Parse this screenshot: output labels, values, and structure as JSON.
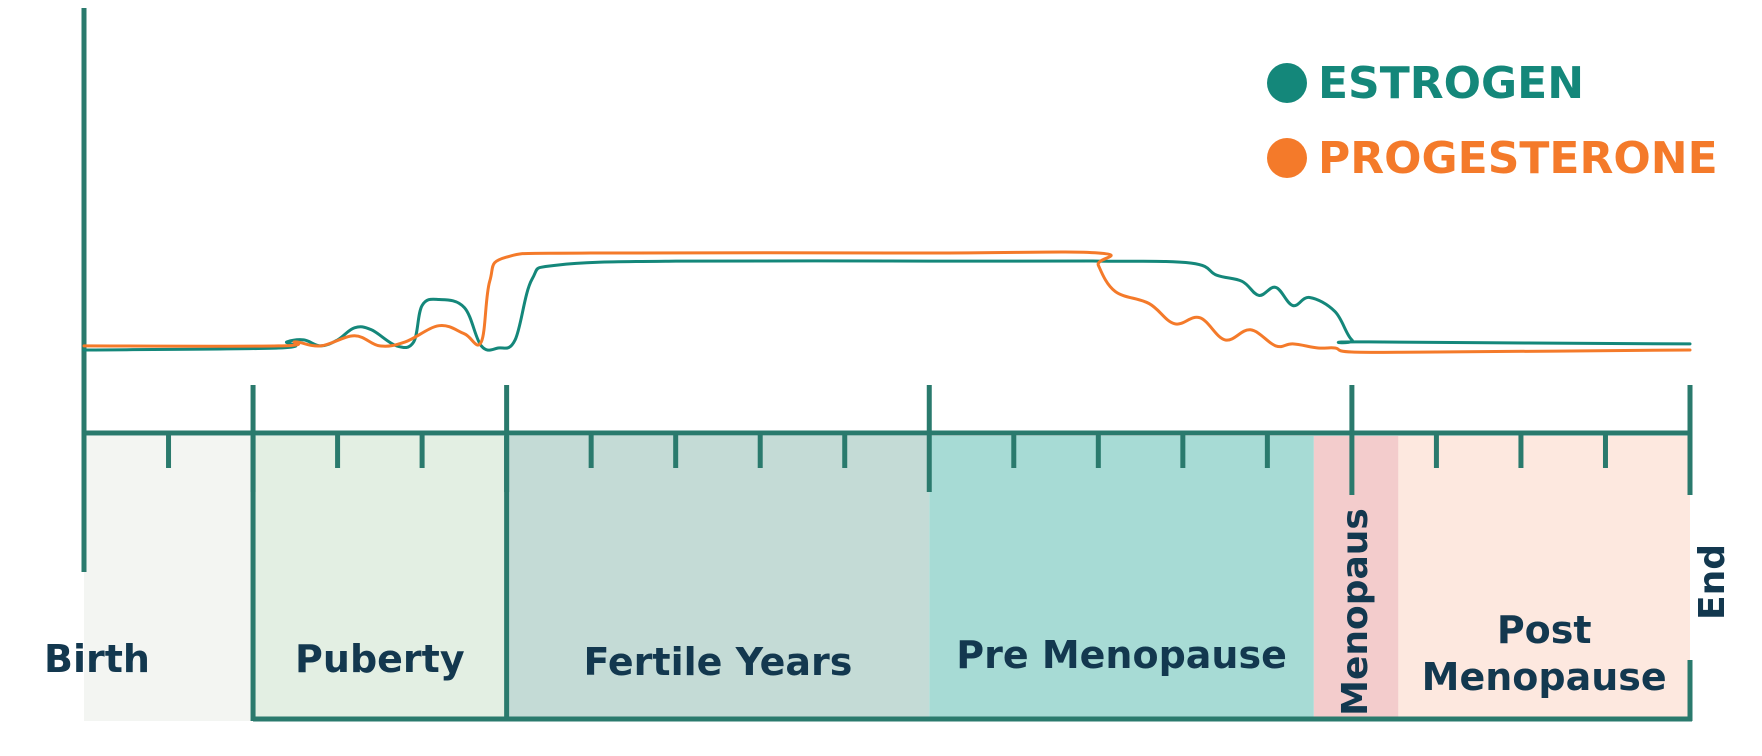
{
  "colors": {
    "estrogen": "#14877a",
    "progesterone": "#f47a2a",
    "axis": "#2a7a6d",
    "label_text": "#13384f",
    "band_birth": "#f3f5f2",
    "band_puberty": "#e3efe3",
    "band_fertile": "#c4dbd6",
    "band_premenopause": "#a7dbd5",
    "band_menopause": "#f3cccc",
    "band_postmenopause": "#fde8df"
  },
  "legend": [
    {
      "label": "ESTROGEN",
      "color": "#14877a"
    },
    {
      "label": "PROGESTERONE",
      "color": "#f47a2a"
    }
  ],
  "stages": [
    {
      "label": "Birth",
      "orientation": "horizontal"
    },
    {
      "label": "Puberty",
      "orientation": "horizontal"
    },
    {
      "label": "Fertile Years",
      "orientation": "horizontal"
    },
    {
      "label": "Pre Menopause",
      "orientation": "horizontal"
    },
    {
      "label": "Menopaus",
      "orientation": "vertical"
    },
    {
      "label": "Post",
      "label2": "Menopause",
      "orientation": "horizontal"
    },
    {
      "label": "End",
      "orientation": "vertical"
    }
  ],
  "chart_data": {
    "type": "line",
    "title": "",
    "xlabel": "",
    "ylabel": "",
    "x_domain": [
      0,
      19
    ],
    "y_domain": [
      0,
      10
    ],
    "grid": false,
    "legend_position": "top-right",
    "stage_boundaries": [
      0,
      2,
      5,
      10,
      15,
      19
    ],
    "minor_ticks": [
      1,
      3,
      4,
      6,
      7,
      8,
      9,
      11,
      12,
      13,
      14,
      16,
      17,
      18
    ],
    "series": [
      {
        "name": "ESTROGEN",
        "color": "#14877a",
        "points": [
          [
            0,
            0.1
          ],
          [
            2.3,
            0.2
          ],
          [
            2.4,
            0.5
          ],
          [
            2.6,
            0.6
          ],
          [
            2.8,
            0.3
          ],
          [
            3.0,
            0.6
          ],
          [
            3.2,
            1.2
          ],
          [
            3.4,
            1.1
          ],
          [
            3.7,
            0.3
          ],
          [
            3.9,
            0.5
          ],
          [
            4.0,
            2.3
          ],
          [
            4.2,
            2.6
          ],
          [
            4.5,
            2.2
          ],
          [
            4.7,
            0.3
          ],
          [
            4.9,
            0.2
          ],
          [
            5.1,
            0.6
          ],
          [
            5.3,
            3.6
          ],
          [
            5.6,
            4.3
          ],
          [
            7,
            4.5
          ],
          [
            10,
            4.5
          ],
          [
            12,
            4.5
          ],
          [
            13.1,
            4.4
          ],
          [
            13.4,
            3.8
          ],
          [
            13.7,
            3.5
          ],
          [
            13.9,
            2.8
          ],
          [
            14.1,
            3.2
          ],
          [
            14.3,
            2.3
          ],
          [
            14.5,
            2.7
          ],
          [
            14.8,
            2.0
          ],
          [
            15.0,
            0.6
          ],
          [
            15.2,
            0.5
          ],
          [
            19,
            0.4
          ]
        ]
      },
      {
        "name": "PROGESTERONE",
        "color": "#f47a2a",
        "points": [
          [
            0,
            0.3
          ],
          [
            2.3,
            0.3
          ],
          [
            2.5,
            0.5
          ],
          [
            2.8,
            0.3
          ],
          [
            3.2,
            0.8
          ],
          [
            3.5,
            0.3
          ],
          [
            3.8,
            0.5
          ],
          [
            4.2,
            1.3
          ],
          [
            4.5,
            0.9
          ],
          [
            4.7,
            0.5
          ],
          [
            4.8,
            3.5
          ],
          [
            5.0,
            4.7
          ],
          [
            6,
            4.9
          ],
          [
            10,
            4.9
          ],
          [
            12,
            4.9
          ],
          [
            12.0,
            4.3
          ],
          [
            12.2,
            3.0
          ],
          [
            12.6,
            2.4
          ],
          [
            12.9,
            1.4
          ],
          [
            13.2,
            1.7
          ],
          [
            13.5,
            0.6
          ],
          [
            13.8,
            1.1
          ],
          [
            14.1,
            0.3
          ],
          [
            14.3,
            0.4
          ],
          [
            14.6,
            0.2
          ],
          [
            14.8,
            0.2
          ],
          [
            15.0,
            0.0
          ],
          [
            16,
            0.0
          ],
          [
            19,
            0.1
          ]
        ]
      }
    ]
  }
}
